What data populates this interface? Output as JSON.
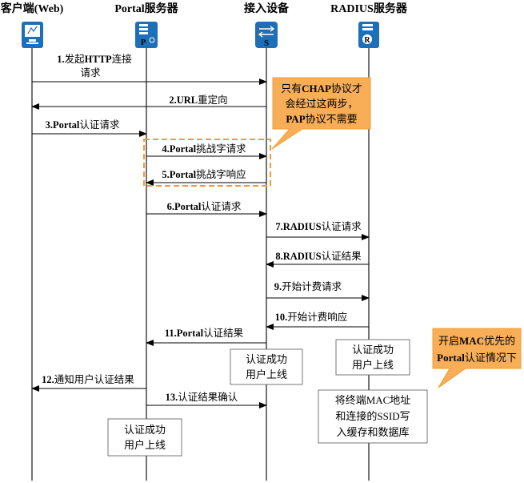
{
  "lifelines": {
    "client": "客户端(Web)",
    "portal": "Portal服务器",
    "access": "接入设备",
    "radius": "RADIUS服务器"
  },
  "icons": {
    "client": "monitor-icon",
    "portal": "portal-server-icon",
    "access": "switch-icon",
    "radius": "radius-server-icon",
    "portal_glyph": "P",
    "switch_glyph": "S",
    "radius_glyph": "R"
  },
  "messages": [
    {
      "num": "1.",
      "text1": "发起",
      "text_bold": "HTTP",
      "text2": "连接",
      "text3": "请求"
    },
    {
      "num": "2.",
      "text_bold": "URL",
      "text1": "重定向"
    },
    {
      "num": "3.",
      "text_bold": "Portal",
      "text1": "认证请求"
    },
    {
      "num": "4.",
      "text_bold": "Portal",
      "text1": "挑战字请求"
    },
    {
      "num": "5.",
      "text_bold": "Portal",
      "text1": "挑战字响应"
    },
    {
      "num": "6.",
      "text_bold": "Portal",
      "text1": "认证请求"
    },
    {
      "num": "7.",
      "text_bold": "RADIUS",
      "text1": "认证请求"
    },
    {
      "num": "8.",
      "text_bold": "RADIUS",
      "text1": "认证结果"
    },
    {
      "num": "9.",
      "text1": "开始计费请求"
    },
    {
      "num": "10.",
      "text1": "开始计费响应"
    },
    {
      "num": "11.",
      "text_bold": "Portal",
      "text1": "认证结果"
    },
    {
      "num": "12.",
      "text1": "通知用户认证结果"
    },
    {
      "num": "13.",
      "text1": "认证结果确认"
    }
  ],
  "status_boxes": {
    "access": {
      "line1": "认证成功",
      "line2": "用户上线"
    },
    "radius": {
      "line1": "认证成功",
      "line2": "用户上线"
    },
    "portal": {
      "line1": "认证成功",
      "line2": "用户上线"
    },
    "cache": {
      "line1": "将终端MAC地址",
      "line2": "和连接的SSID写",
      "line3": "入缓存和数据库"
    }
  },
  "callouts": {
    "chap": {
      "l1a": "只有",
      "l1b": "CHAP",
      "l1c": "协议才",
      "l2": "会经过这两步，",
      "l3a": "PAP",
      "l3b": "协议不需要"
    },
    "mac": {
      "l1a": "开启",
      "l1b": "MAC",
      "l1c": "优先的",
      "l2a": "Portal",
      "l2b": "认证情况下"
    }
  },
  "colors": {
    "icon_blue": "#1d6fb8",
    "callout_orange": "#f7ae57",
    "dashed_orange": "#f39c34"
  }
}
